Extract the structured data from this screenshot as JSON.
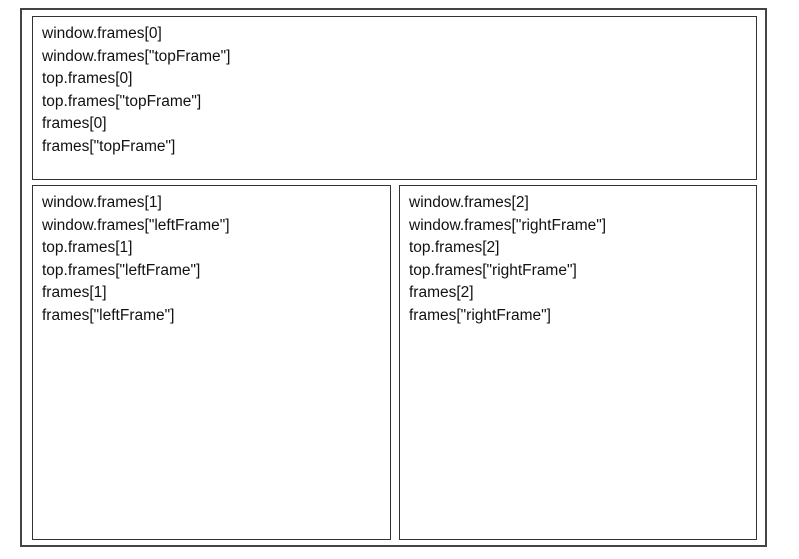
{
  "frames": {
    "top": {
      "lines": [
        "window.frames[0]",
        "window.frames[\"topFrame\"]",
        "top.frames[0]",
        "top.frames[\"topFrame\"]",
        "frames[0]",
        "frames[\"topFrame\"]"
      ]
    },
    "left": {
      "lines": [
        "window.frames[1]",
        "window.frames[\"leftFrame\"]",
        "top.frames[1]",
        "top.frames[\"leftFrame\"]",
        "frames[1]",
        "frames[\"leftFrame\"]"
      ]
    },
    "right": {
      "lines": [
        "window.frames[2]",
        "window.frames[\"rightFrame\"]",
        "top.frames[2]",
        "top.frames[\"rightFrame\"]",
        "frames[2]",
        "frames[\"rightFrame\"]"
      ]
    }
  }
}
